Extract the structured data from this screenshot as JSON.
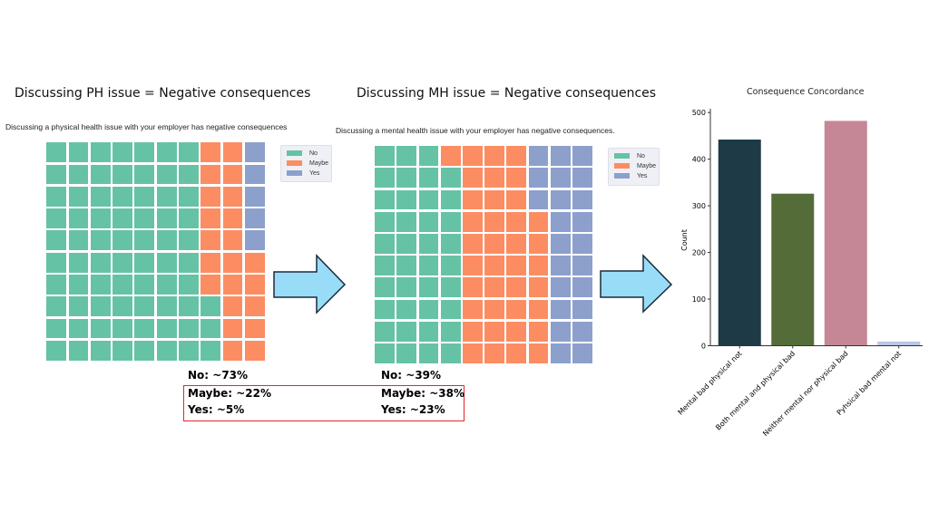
{
  "left_panel": {
    "title": "Discussing PH issue = Negative consequences",
    "subtitle": "Discussing a physical health issue with your employer has negative consequences"
  },
  "middle_panel": {
    "title": "Discussing MH issue = Negative consequences",
    "subtitle": "Discussing a mental health issue with your employer has negative consequences."
  },
  "legend": {
    "items": [
      {
        "label": "No",
        "color": "#66c2a5"
      },
      {
        "label": "Maybe",
        "color": "#fc8d62"
      },
      {
        "label": "Yes",
        "color": "#8da0cb"
      }
    ]
  },
  "summary": {
    "ph": {
      "no": "No: ~73%",
      "maybe": "Maybe: ~22%",
      "yes": "Yes: ~5%"
    },
    "mh": {
      "no": "No: ~39%",
      "maybe": "Maybe: ~38%",
      "yes": "Yes: ~23%"
    },
    "highlight_color": "#e0262e"
  },
  "arrow": {
    "fill": "#99dcf7",
    "stroke": "#1a2a3a"
  },
  "chart_data": [
    {
      "type": "waffle",
      "title": "Discussing a physical health issue with your employer has negative consequences",
      "grid": [
        10,
        10
      ],
      "fill_order": "column-wise, bottom-to-top, left-to-right",
      "categories": [
        "No",
        "Maybe",
        "Yes"
      ],
      "values": [
        73,
        22,
        5
      ],
      "colors": [
        "#66c2a5",
        "#fc8d62",
        "#8da0cb"
      ],
      "legend_position": "top-right"
    },
    {
      "type": "waffle",
      "title": "Discussing a mental health issue with your employer has negative consequences.",
      "grid": [
        10,
        10
      ],
      "fill_order": "column-wise, bottom-to-top, left-to-right",
      "categories": [
        "No",
        "Maybe",
        "Yes"
      ],
      "values": [
        39,
        38,
        23
      ],
      "colors": [
        "#66c2a5",
        "#fc8d62",
        "#8da0cb"
      ],
      "legend_position": "top-right"
    },
    {
      "type": "bar",
      "title": "Consequence Concordance",
      "xlabel": "",
      "ylabel": "Count",
      "categories": [
        "Mental bad physical not",
        "Both mental and physical bad",
        "Neither mental nor physical bad",
        "Pyhsical bad mental not"
      ],
      "values": [
        442,
        326,
        482,
        9
      ],
      "colors": [
        "#1d3a46",
        "#546d38",
        "#c58795",
        "#bcc4e8"
      ],
      "ylim": [
        0,
        500
      ],
      "yticks": [
        0,
        100,
        200,
        300,
        400,
        500
      ],
      "grid": false
    }
  ]
}
